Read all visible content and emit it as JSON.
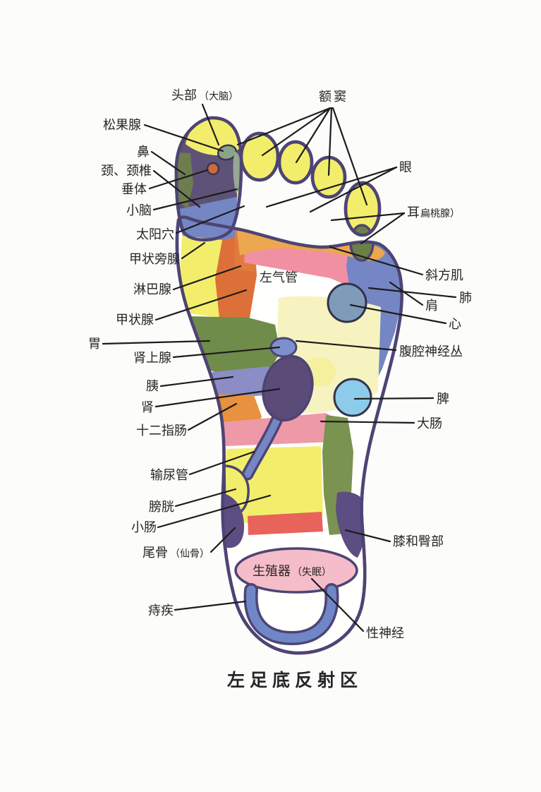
{
  "title": {
    "text": "左足底反射区"
  },
  "colors": {
    "outline": "#4e4474",
    "leader": "#1c1c1c",
    "title": "#3f7ec0",
    "footWhite": "#fffffd",
    "toePurple": "#5e5278",
    "yellow": "#f2ee6c",
    "paleYellow": "#f6f3c0",
    "paleYellow2": "#f4f09e",
    "oliveCrescent": "#6e7d50",
    "sageOval": "#8ba389",
    "sageCrescent": "#97a795",
    "pituitaryOrange": "#d06838",
    "blue": "#7486c4",
    "orangeBand": "#dd7038",
    "orangeStrip": "#e07b3c",
    "amber": "#eda74e",
    "padPink": "#ec9fb0",
    "padPinkLight": "#f5c3d0",
    "earGreen": "#6b7f46",
    "trapezPink": "#f190a2",
    "stomachGreen": "#6f8c4a",
    "pancreasPeriwinkle": "#8c8dc6",
    "duodenumOrange": "#e8913f",
    "kidneyPurple": "#5a4b79",
    "adrenalBlue": "#7d90cc",
    "heartBlue": "#7e9cba",
    "spleenBlue": "#8ccbe9",
    "colonPink": "#ee99a7",
    "colonGreen": "#7a9350",
    "redBand": "#e8635a",
    "blobPurple": "#5c4d82",
    "lensPink": "#f5bcc9",
    "arcBlue": "#6f87c7"
  },
  "labels": {
    "head": {
      "text": "头部",
      "suffix": "（大脑）"
    },
    "frontal": {
      "text": "额窦"
    },
    "pineal": {
      "text": "松果腺"
    },
    "nose": {
      "text": "鼻"
    },
    "neck": {
      "text": "颈、颈椎"
    },
    "pituitary": {
      "text": "垂体"
    },
    "cerebellum": {
      "text": "小脑"
    },
    "temple": {
      "text": "太阳穴"
    },
    "parathyroid": {
      "text": "甲状旁腺"
    },
    "lymph": {
      "text": "淋巴腺"
    },
    "thyroid": {
      "text": "甲状腺"
    },
    "stomach": {
      "text": "胃"
    },
    "adrenal": {
      "text": "肾上腺"
    },
    "pancreas": {
      "text": "胰"
    },
    "kidney": {
      "text": "肾"
    },
    "duodenum": {
      "text": "十二指肠"
    },
    "ureter": {
      "text": "输尿管"
    },
    "bladder": {
      "text": "膀胱"
    },
    "smallint": {
      "text": "小肠"
    },
    "coccyx": {
      "text": "尾骨",
      "suffix": "（仙骨）"
    },
    "hemorrhoid": {
      "text": "痔疾"
    },
    "eye": {
      "text": "眼"
    },
    "ear": {
      "text": "耳",
      "suffix": "扁桃腺）"
    },
    "trapezius": {
      "text": "斜方肌"
    },
    "lung": {
      "text": "肺"
    },
    "shoulder": {
      "text": "肩"
    },
    "heart": {
      "text": "心"
    },
    "celiac": {
      "text": "腹腔神经丛"
    },
    "spleen": {
      "text": "脾"
    },
    "colon": {
      "text": "大肠"
    },
    "knee": {
      "text": "膝和臀部"
    },
    "sexnerve": {
      "text": "性神经"
    },
    "trachea": {
      "text": "左气管"
    },
    "genital": {
      "text": "生殖器",
      "suffix": "（失眠）"
    }
  }
}
